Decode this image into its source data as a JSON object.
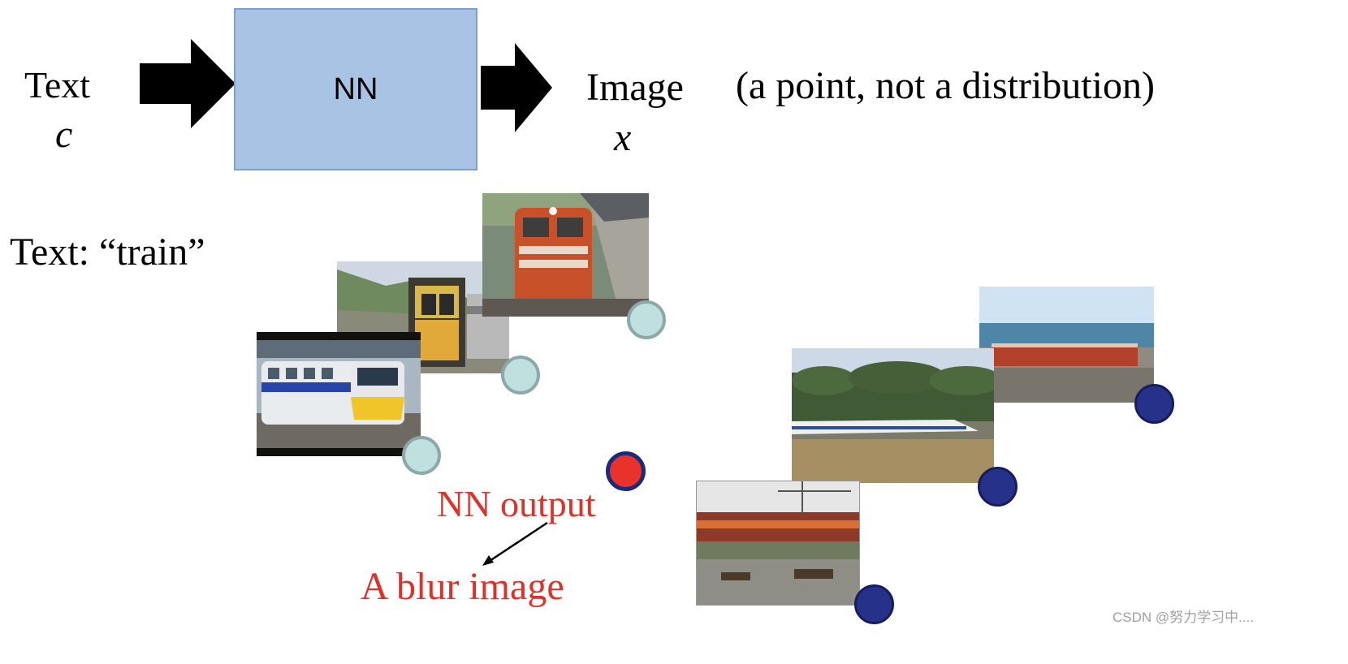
{
  "top_row": {
    "input_label": "Text",
    "input_symbol": "c",
    "box_label": "NN",
    "output_label": "Image",
    "output_symbol": "x",
    "note": "(a point, not a distribution)"
  },
  "prompt_text": "Text: “train”",
  "nn_output_label": "NN output",
  "blur_label": "A blur image",
  "watermark": "CSDN @努力学习中....",
  "colors": {
    "nn_box_fill": "#a9c3e4",
    "nn_box_border": "#7a9fd0",
    "arrow": "#000000",
    "red_text": "#e03028",
    "light_dot": "#bfe0df",
    "dark_dot": "#26318a",
    "red_dot": "#e9322b"
  },
  "photos": [
    {
      "name": "orange-locomotive-photo"
    },
    {
      "name": "yellow-train-mountain-photo"
    },
    {
      "name": "blue-commuter-train-photo"
    },
    {
      "name": "high-speed-train-field-photo"
    },
    {
      "name": "red-locomotive-coast-photo"
    },
    {
      "name": "train-station-platform-photo"
    }
  ]
}
